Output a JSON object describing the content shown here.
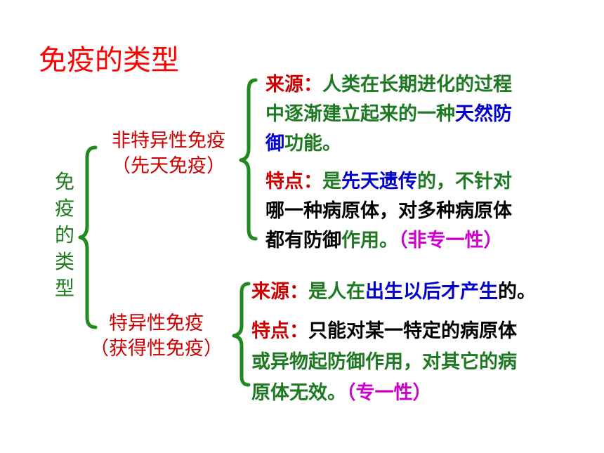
{
  "slide": {
    "title": "免疫的类型",
    "vertical_label": [
      "免",
      "疫",
      "的",
      "类",
      "型"
    ],
    "innate": {
      "name": "非特异性免疫",
      "alias": "（先天免疫）",
      "source": {
        "label": "来源：",
        "line1": "人类在长期进化的过程",
        "line2": "中逐渐建立起来的一种",
        "line2_em": "天然防",
        "line3_em": "御",
        "line3": "功能。"
      },
      "feature": {
        "label": "特点：",
        "l1a": "是",
        "l1_em": "先天遗传",
        "l1b": "的，",
        "l1c": "不针对",
        "l2a": "哪一种病原体，",
        "l2b": "对多种病原体",
        "l3a": "都有防御",
        "l3b": "作用。",
        "l3_tag": "（非专一性）"
      }
    },
    "adaptive": {
      "name": "特异性免疫",
      "alias": "（获得性免疫）",
      "source": {
        "label": "来源：",
        "a": "是人在",
        "em": "出生以后才产生",
        "b": "的。"
      },
      "feature": {
        "label": "特点：",
        "l1": "只能对某一特定的病原体",
        "l2": "或异物起防御作用，对其它的病",
        "l3": "原体无效。",
        "l3_tag": "（专一性）"
      }
    },
    "colors": {
      "title": "#ff0000",
      "label": "#cc0000",
      "body": "#1d7a22",
      "emphasis": "#0000cc",
      "tag": "#cc00cc",
      "brace": "#1f8a1f"
    }
  }
}
